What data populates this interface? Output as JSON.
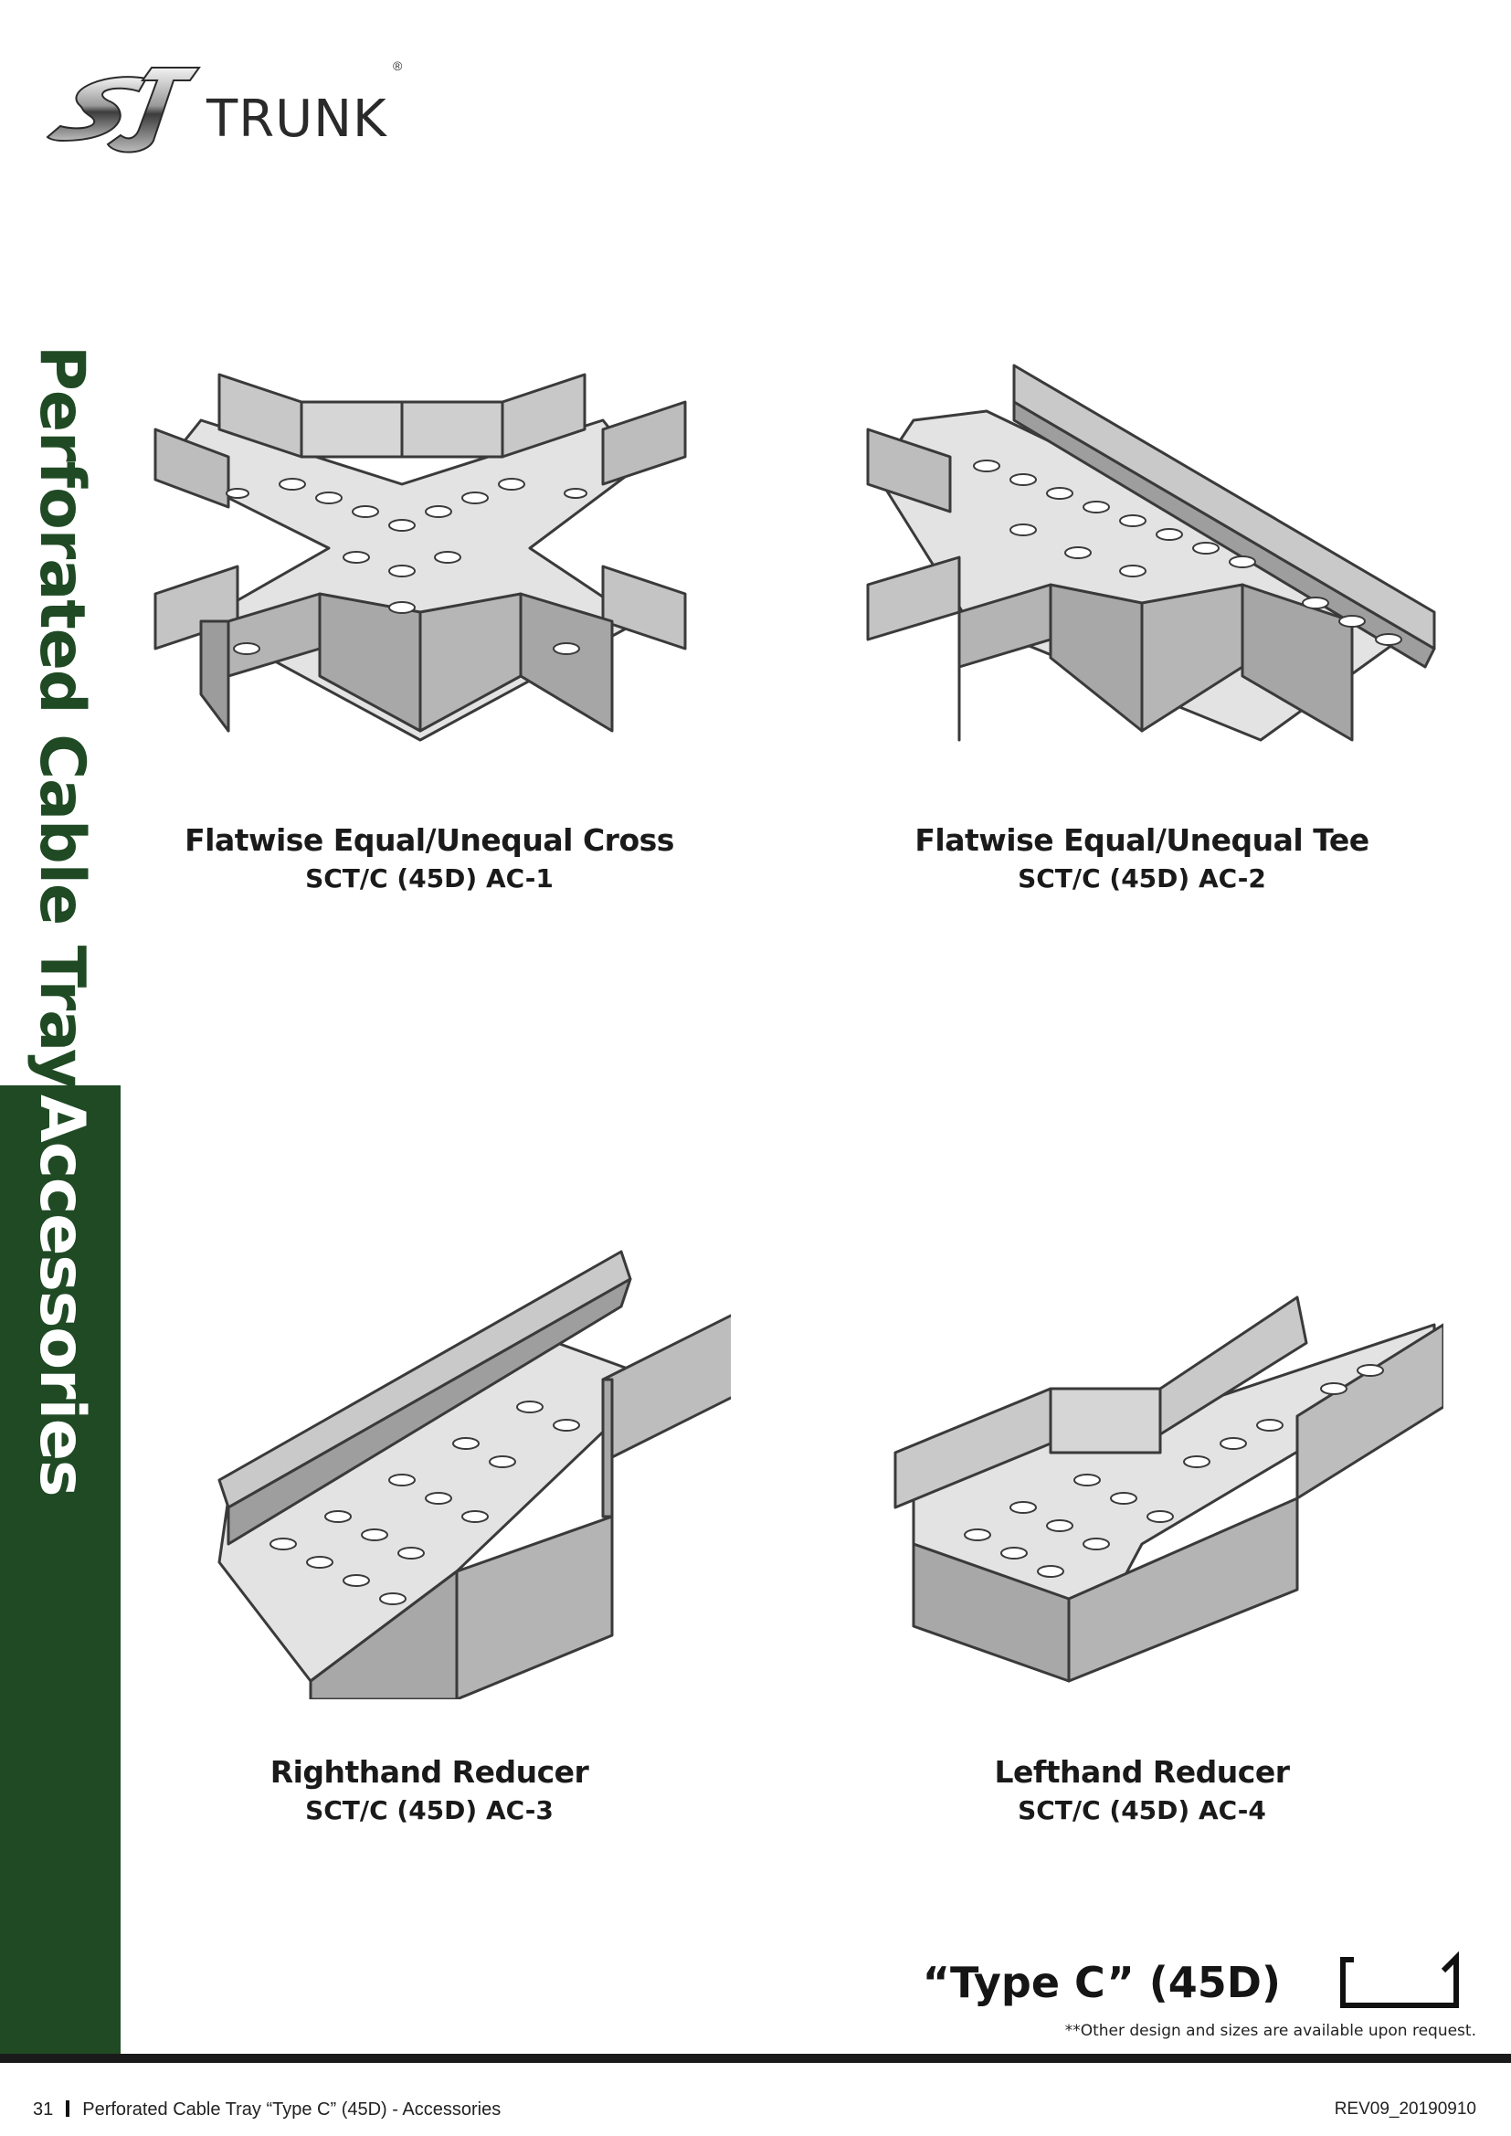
{
  "brand": {
    "logo_mark": "SJ",
    "logo_text": "TRUNK",
    "registered": "®"
  },
  "side_title": {
    "part1": "Perforated Cable Tray",
    "part2": "Accessories"
  },
  "products": [
    {
      "name": "Flatwise Equal/Unequal Cross",
      "code": "SCT/C (45D) AC-1",
      "icon": "cross-tray-drawing"
    },
    {
      "name": "Flatwise Equal/Unequal Tee",
      "code": "SCT/C (45D) AC-2",
      "icon": "tee-tray-drawing"
    },
    {
      "name": "Righthand Reducer",
      "code": "SCT/C (45D) AC-3",
      "icon": "righthand-reducer-drawing"
    },
    {
      "name": "Lefthand Reducer",
      "code": "SCT/C (45D) AC-4",
      "icon": "lefthand-reducer-drawing"
    }
  ],
  "type_label": "“Type C” (45D)",
  "note": "**Other design and sizes are available upon request.",
  "footer": {
    "page_number": "31",
    "section": "Perforated Cable Tray “Type C” (45D) - Accessories",
    "revision": "REV09_20190910"
  },
  "colors": {
    "brand_green": "#1f4a24",
    "metal_light": "#e3e3e3",
    "metal_mid": "#c4c4c4",
    "metal_dark": "#a2a2a2",
    "outline": "#3a3a3a"
  }
}
